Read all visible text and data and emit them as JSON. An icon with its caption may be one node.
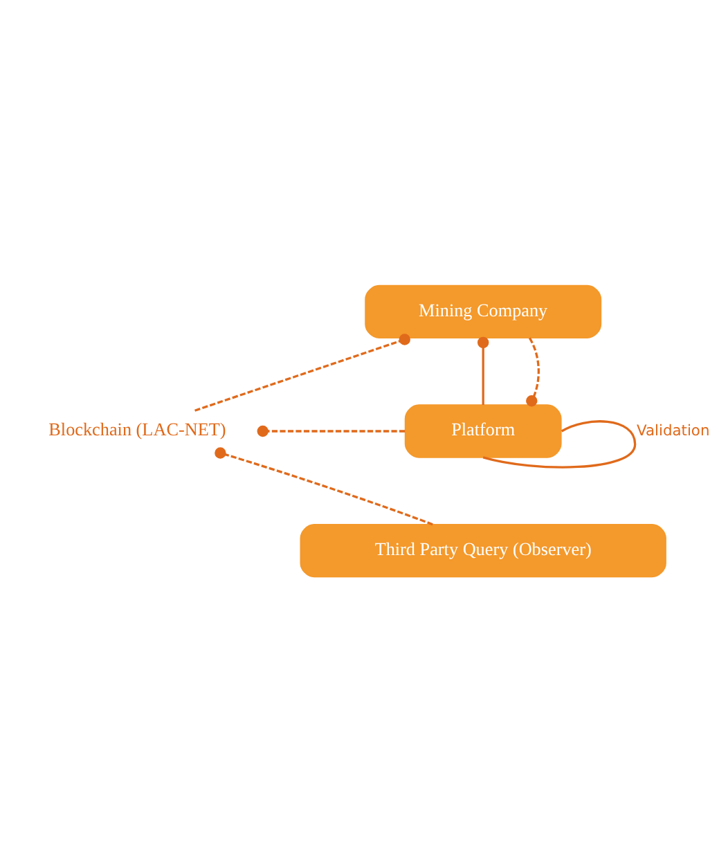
{
  "diagram": {
    "nodes": [
      {
        "text": [
          "Blockchain (LAC-NET)"
        ]
      },
      {
        "text": [
          "Mining Company"
        ]
      },
      {
        "text": [
          "Platform"
        ]
      },
      {
        "text": [
          "Third Party Query (Observer)"
        ]
      }
    ],
    "edges": [
      {
        "from": 0,
        "to": 1,
        "arrow": "other",
        "style": "dashed"
      },
      {
        "from": 2,
        "to": 1,
        "arrow": "other"
      },
      {
        "from": 1,
        "to": 2,
        "arrow": "other",
        "style": "dashed"
      },
      {
        "from": 2,
        "to": 0,
        "arrow": "other",
        "style": "dashed"
      },
      {
        "from": 2,
        "to": 2,
        "arrow": "none",
        "label": "Validation"
      },
      {
        "from": 3,
        "to": 0,
        "arrow": "other",
        "style": "dashed"
      }
    ]
  }
}
